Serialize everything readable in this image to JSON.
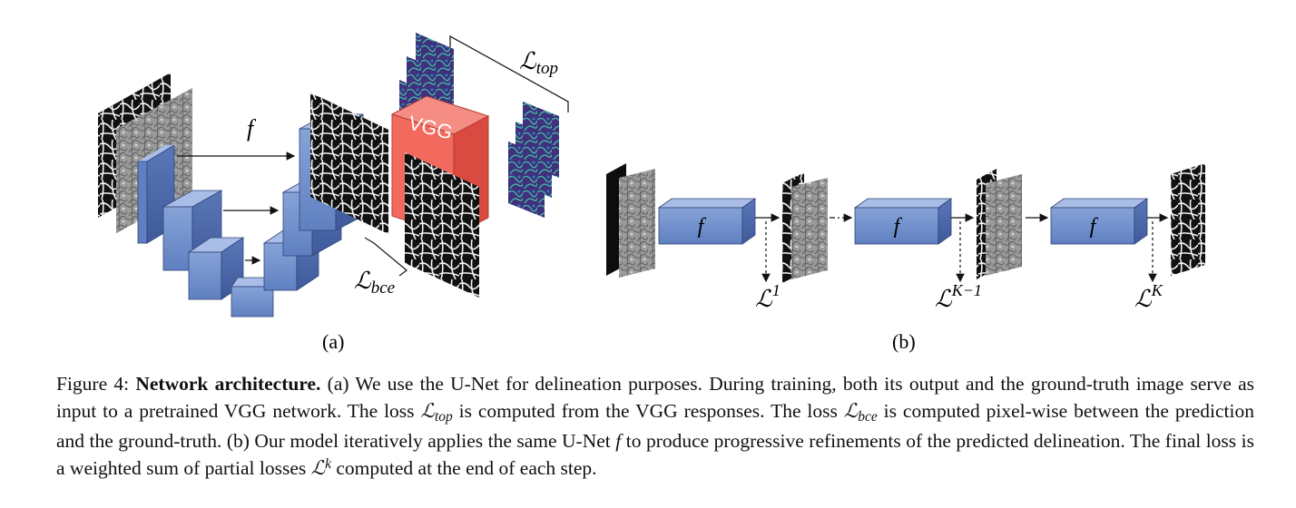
{
  "panel_a": {
    "label": "(a)",
    "function_label": "f",
    "vgg_label": "VGG",
    "loss_top": {
      "symbol": "ℒ",
      "subscript": "top"
    },
    "loss_bce": {
      "symbol": "ℒ",
      "subscript": "bce"
    }
  },
  "panel_b": {
    "label": "(b)",
    "function_label": "f",
    "losses": [
      {
        "symbol": "ℒ",
        "superscript": "1"
      },
      {
        "symbol": "ℒ",
        "superscript": "K−1"
      },
      {
        "symbol": "ℒ",
        "superscript": "K"
      }
    ]
  },
  "caption": {
    "figure_number": "Figure 4:",
    "title": "Network architecture.",
    "seg1": " (a) We use the U-Net for delineation purposes. During training, both its output and the ground-truth image serve as input to a pretrained VGG network. The loss ",
    "ltop_symbol": "ℒ",
    "ltop_sub": "top",
    "seg2": " is computed from the VGG responses. The loss ",
    "lbce_symbol": "ℒ",
    "lbce_sub": "bce",
    "seg3": " is computed pixel-wise between the prediction and the ground-truth. (b) Our model iteratively applies the same U-Net ",
    "f_symbol": "f",
    "seg4": " to produce progressive refinements of the predicted delineation. The final loss is a weighted sum of partial losses ",
    "lk_symbol": "ℒ",
    "lk_sup": "k",
    "seg5": " computed at the end of each step."
  },
  "colors": {
    "block_front": "#6f8fcc",
    "block_side": "#4a66a8",
    "block_top": "#a9bde6",
    "vgg_red": "#f26a5e",
    "feature_map": "#3b2a7a",
    "feature_accent": "#3fb8a0"
  }
}
